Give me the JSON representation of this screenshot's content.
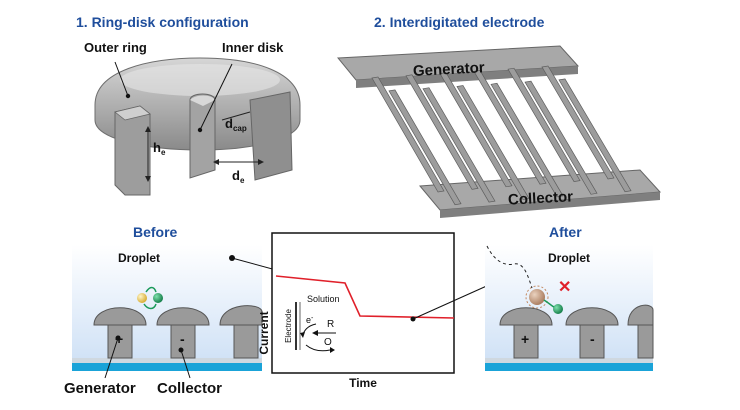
{
  "panel1": {
    "title": "1. Ring-disk configuration",
    "outer_ring": "Outer ring",
    "inner_disk": "Inner disk",
    "h_symbol": "h",
    "h_sub": "e",
    "dcap_symbol": "d",
    "dcap_sub": "cap",
    "de_symbol": "d",
    "de_sub": "e"
  },
  "panel2": {
    "title": "2. Interdigitated electrode",
    "generator": "Generator",
    "collector": "Collector"
  },
  "before": {
    "title": "Before",
    "droplet": "Droplet",
    "plus": "+",
    "minus": "-",
    "generator_label": "Generator",
    "collector_label": "Collector"
  },
  "graph": {
    "ylabel": "Current",
    "xlabel": "Time",
    "solution": "Solution",
    "electrode": "Electrode",
    "electron": "e",
    "electron_sup": "-",
    "r": "R",
    "o": "O"
  },
  "after": {
    "title": "After",
    "droplet": "Droplet",
    "plus": "+",
    "minus": "-",
    "cross": "✕"
  },
  "colors": {
    "heading_blue": "#1f4e9c",
    "trace_red": "#e0202a",
    "electrode_gray": "#9a9a9a",
    "substrate_blue": "#1aa3d8",
    "droplet_blue": "#dbe9f8",
    "particle_yellow": "#e8c84a",
    "particle_green": "#1a9a5a",
    "particle_brown": "#c49a7c"
  }
}
